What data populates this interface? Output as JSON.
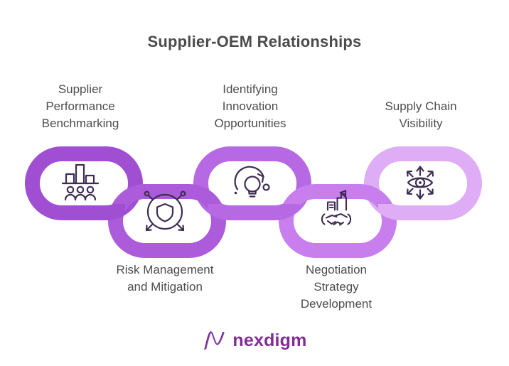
{
  "title": "Supplier-OEM Relationships",
  "colors": {
    "title_text": "#4B4B4B",
    "label_text": "#4D4D4D",
    "icon_stroke": "#3F2C55"
  },
  "links": [
    {
      "label_lines": [
        "Supplier",
        "Performance",
        "Benchmarking"
      ],
      "icon": "bar-chart-people-icon",
      "color": "#A14FD2",
      "position": "top"
    },
    {
      "label_lines": [
        "Risk Management",
        "and Mitigation"
      ],
      "icon": "shield-network-icon",
      "color": "#AC5BDB",
      "position": "bottom"
    },
    {
      "label_lines": [
        "Identifying",
        "Innovation",
        "Opportunities"
      ],
      "icon": "lightbulb-refresh-icon",
      "color": "#B669E3",
      "position": "top"
    },
    {
      "label_lines": [
        "Negotiation",
        "Strategy",
        "Development"
      ],
      "icon": "handshake-factory-icon",
      "color": "#C87FED",
      "position": "bottom"
    },
    {
      "label_lines": [
        "Supply Chain",
        "Visibility"
      ],
      "icon": "eye-arrows-icon",
      "color": "#DFADF5",
      "position": "top"
    }
  ],
  "brand": {
    "name": "nexdigm",
    "text_color": "#812D96",
    "logo_icon": "nexdigm-n-icon",
    "logo_colors": [
      "#4A1F7A",
      "#A83AAD",
      "#7B3FA8"
    ]
  }
}
